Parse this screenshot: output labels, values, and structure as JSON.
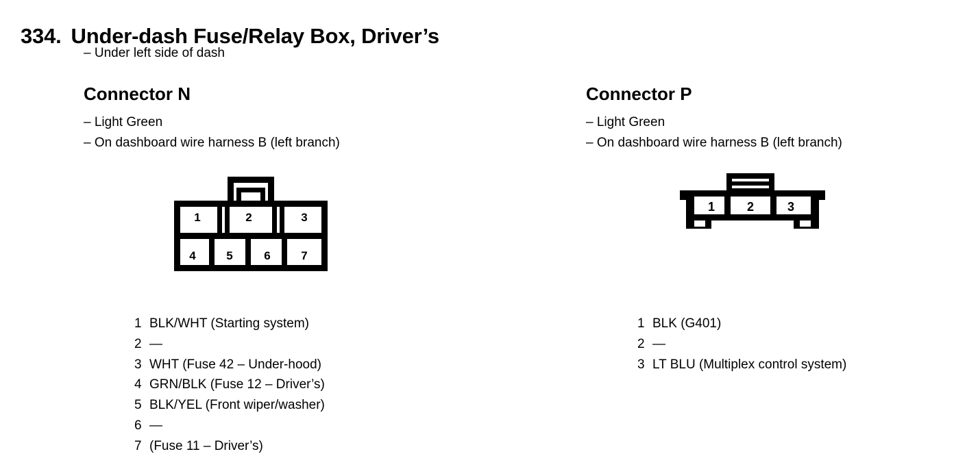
{
  "page": {
    "number": "334.",
    "title": "Under-dash Fuse/Relay Box, Driver’s",
    "subtitle": "– Under left side of dash",
    "ink_color": "#000000",
    "background_color": "#ffffff"
  },
  "connectors": [
    {
      "heading": "Connector N",
      "notes": [
        "– Light Green",
        "– On dashboard wire harness B (left branch)"
      ],
      "diagram": {
        "name": "connector-n-diagram",
        "cavity_count": 7,
        "top_row_labels": [
          "1",
          "2",
          "3"
        ],
        "bottom_row_labels": [
          "4",
          "5",
          "6",
          "7"
        ],
        "latch_position": "top-center"
      },
      "pins": [
        {
          "number": "1",
          "description": "BLK/WHT (Starting system)"
        },
        {
          "number": "2",
          "description": "—"
        },
        {
          "number": "3",
          "description": "WHT (Fuse 42 – Under-hood)"
        },
        {
          "number": "4",
          "description": "GRN/BLK (Fuse 12 – Driver’s)"
        },
        {
          "number": "5",
          "description": "BLK/YEL (Front wiper/washer)"
        },
        {
          "number": "6",
          "description": "—"
        },
        {
          "number": "7",
          "description": "(Fuse 11 – Driver’s)"
        }
      ]
    },
    {
      "heading": "Connector P",
      "notes": [
        "– Light Green",
        "– On dashboard wire harness B (left branch)"
      ],
      "diagram": {
        "name": "connector-p-diagram",
        "cavity_count": 3,
        "top_row_labels": [
          "1",
          "2",
          "3"
        ],
        "bottom_row_labels": [],
        "latch_position": "top-center"
      },
      "pins": [
        {
          "number": "1",
          "description": "BLK (G401)"
        },
        {
          "number": "2",
          "description": "—"
        },
        {
          "number": "3",
          "description": "LT BLU (Multiplex control system)"
        }
      ]
    }
  ]
}
